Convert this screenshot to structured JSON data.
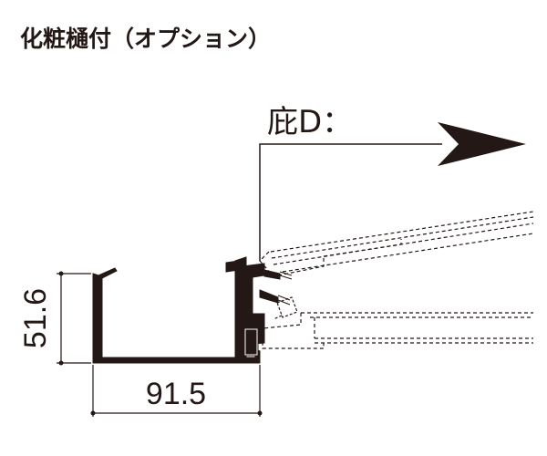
{
  "title": "化粧樋付（オプション）",
  "eave_label": "庇D：",
  "dimensions": {
    "height": "51.6",
    "width": "91.5"
  },
  "colors": {
    "line": "#231815",
    "background": "#ffffff"
  }
}
